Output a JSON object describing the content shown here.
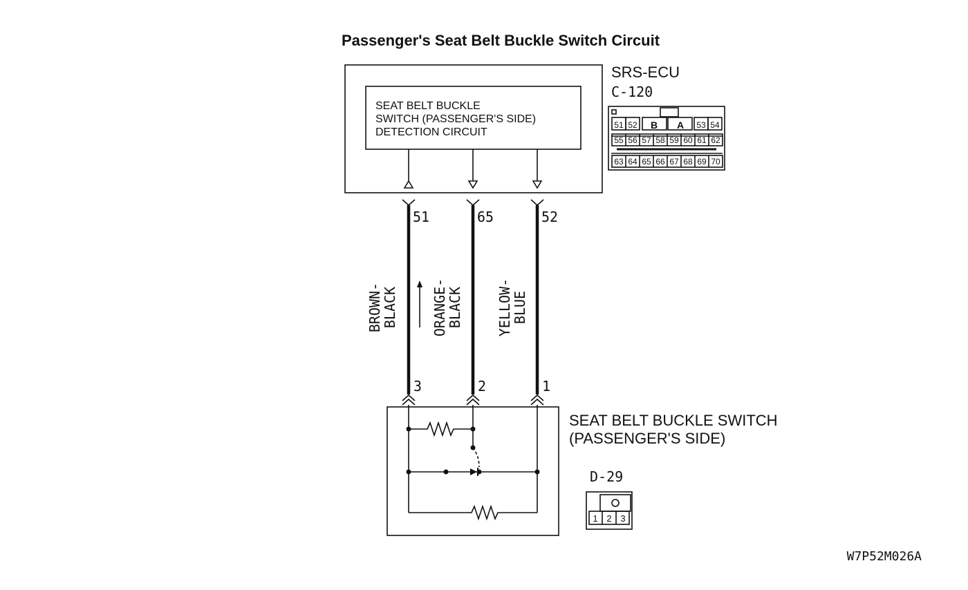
{
  "title": "Passenger's Seat Belt Buckle Switch Circuit",
  "ecu": {
    "name": "SRS-ECU",
    "connector": "C-120",
    "circuit_lines": [
      "SEAT BELT BUCKLE",
      "SWITCH (PASSENGER'S SIDE)",
      "DETECTION CIRCUIT"
    ],
    "pins": [
      "51",
      "65",
      "52"
    ],
    "connector_face": {
      "row1": [
        "51",
        "52",
        "B",
        "A",
        "53",
        "54"
      ],
      "row2": [
        "55",
        "56",
        "57",
        "58",
        "59",
        "60",
        "61",
        "62"
      ],
      "row3": [
        "63",
        "64",
        "65",
        "66",
        "67",
        "68",
        "69",
        "70"
      ]
    }
  },
  "wires": [
    {
      "line1": "BROWN-",
      "line2": "BLACK",
      "ecu_pin": "51",
      "switch_pin": "3"
    },
    {
      "line1": "ORANGE-",
      "line2": "BLACK",
      "ecu_pin": "65",
      "switch_pin": "2"
    },
    {
      "line1": "YELLOW-",
      "line2": "BLUE",
      "ecu_pin": "52",
      "switch_pin": "1"
    }
  ],
  "switch": {
    "name_line1": "SEAT BELT BUCKLE SWITCH",
    "name_line2": "(PASSENGER'S SIDE)",
    "connector": "D-29",
    "connector_face": [
      "1",
      "2",
      "3"
    ]
  },
  "code": "W7P52M026A"
}
